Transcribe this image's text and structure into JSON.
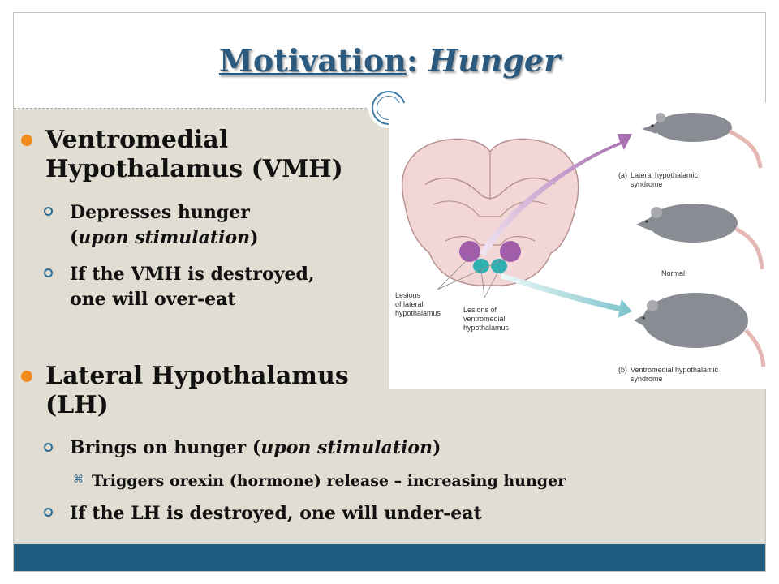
{
  "slide": {
    "title_part1": "Motivation",
    "title_part2": ": ",
    "title_part3": "Hunger"
  },
  "vmh": {
    "heading_line1": "Ventromedial",
    "heading_line2": "Hypothalamus (VMH)",
    "point1_line1": "Depresses hunger",
    "point1_line2_a": "(",
    "point1_line2_b": "upon stimulation",
    "point1_line2_c": ")",
    "point2_line1": "If the VMH is destroyed,",
    "point2_line2": "one will over-eat"
  },
  "lh": {
    "heading_line1": "Lateral Hypothalamus",
    "heading_line2": "(LH)",
    "point1_a": "Brings on hunger (",
    "point1_b": "upon stimulation",
    "point1_c": ")",
    "subpoint1": "Triggers orexin (hormone) release – increasing hunger",
    "point2": "If the LH is destroyed, one will under-eat"
  },
  "figure": {
    "label_a_1": "(a)",
    "label_a_2": "Lateral hypothalamic",
    "label_a_3": "syndrome",
    "label_normal": "Normal",
    "label_b_1": "(b)",
    "label_b_2": "Ventromedial hypothalamic",
    "label_b_3": "syndrome",
    "lesion_lat_1": "Lesions",
    "lesion_lat_2": "of lateral",
    "lesion_lat_3": "hypothalamus",
    "lesion_vm_1": "Lesions of",
    "lesion_vm_2": "ventromedial",
    "lesion_vm_3": "hypothalamus"
  },
  "colors": {
    "title": "#2c5a7e",
    "content_bg": "#e2ddd3",
    "footer": "#1e5b7e",
    "bullet": "#f28a1c",
    "lateral_lesion": "#a15da9",
    "ventromedial_lesion": "#2fb0b3"
  }
}
